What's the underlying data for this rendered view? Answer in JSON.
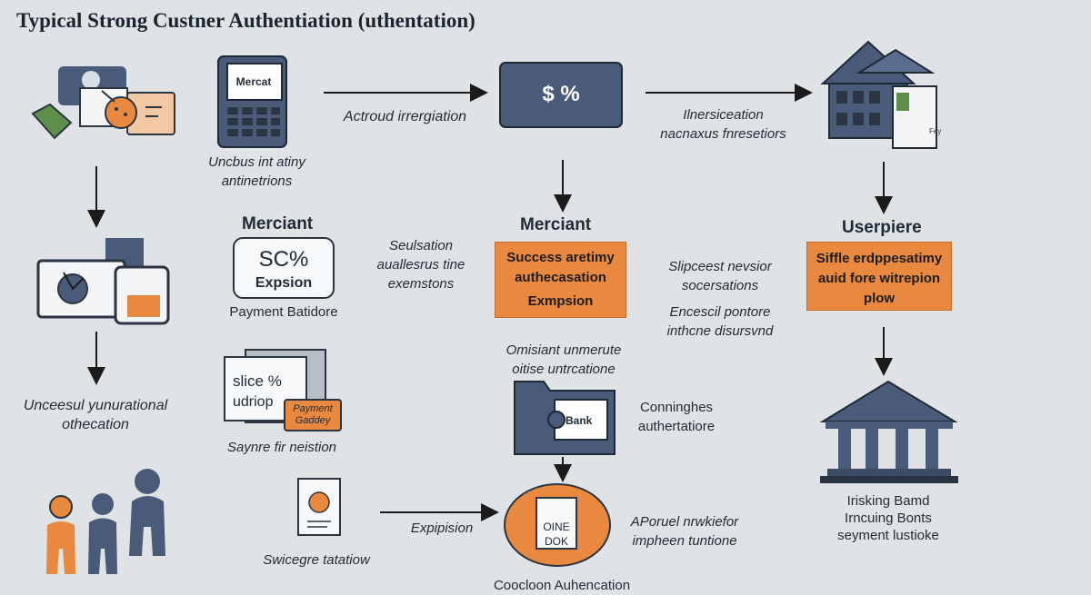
{
  "title": "Typical Strong Custner Authentiation (uthentation)",
  "top_row": {
    "merchant_device_label": "Mercat",
    "left_caption": [
      "Uncbus int atiny",
      "antinetrions"
    ],
    "arrow1_label": "Actroud irrergiation",
    "payment_box_label": "$ %",
    "arrow2_label": [
      "Ilnersiceation",
      "nacnaxus fnresetiors"
    ],
    "bank_doc_label": "Fey"
  },
  "left_column": {
    "caption": [
      "Unceesul yunurational",
      "othecation"
    ]
  },
  "card_panel": {
    "heading": "Merciant",
    "card_value": "SC%",
    "card_sub": "Expsion",
    "caption": "Payment Batidore"
  },
  "mid_left_caption": [
    "Seulsation",
    "auallesrus tine",
    "exemstons"
  ],
  "gateway": {
    "doc_line1": "slice %",
    "doc_line2": "udriop",
    "badge": [
      "Payment",
      "Gaddey"
    ],
    "caption": "Saynre fir neistion"
  },
  "center": {
    "heading": "Merciant",
    "orange_box": [
      "Success aretimy",
      "authecasation",
      "Exmpsion"
    ],
    "caption_above_bank": [
      "Omisiant unmerute",
      "oitise untrcatione"
    ],
    "bank_card_label": "Bank",
    "bank_caption": [
      "Conninghes",
      "authertatiore"
    ],
    "circle_rows": [
      "OINE",
      "DOK"
    ],
    "circle_caption": [
      "APoruel nrwkiefor",
      "impheen tuntione"
    ],
    "bottom_caption": "Coocloon Auhencation"
  },
  "mid_right_caption": [
    "Slipceest nevsior",
    "socersations",
    "Encescil pontore",
    "inthcne disursvnd"
  ],
  "right_column": {
    "heading": "Userpiere",
    "orange_box": [
      "Siffle erdppesatimy",
      "auid fore witrepion",
      "plow"
    ],
    "bank_caption": [
      "Irisking Bamd",
      "Irncuing Bonts",
      "seyment lustioke"
    ]
  },
  "bottom_left": {
    "expiry_label": "Expipision",
    "doc_caption": "Swicegre tatatiow"
  },
  "colors": {
    "background": "#dfe3e6",
    "navy": "#4a5b7a",
    "orange": "#e9893f",
    "dark": "#2b3441"
  }
}
